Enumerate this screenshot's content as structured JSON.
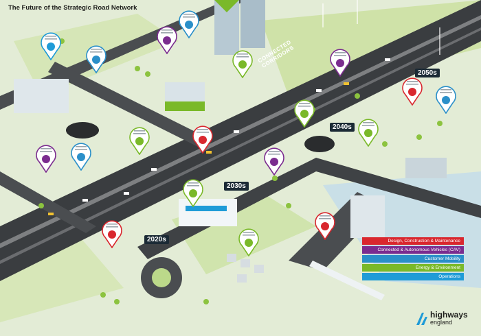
{
  "title": "The Future of the Strategic Road Network",
  "eras": [
    "2020s",
    "2030s",
    "2040s",
    "2050s"
  ],
  "cav_label": [
    "CONNECTED",
    "CORRIDORS"
  ],
  "legend": [
    {
      "label": "Design, Construction & Maintenance",
      "color": "#d9272e"
    },
    {
      "label": "Connected & Autonomous Vehicles (CAV)",
      "color": "#7b2c8f"
    },
    {
      "label": "Customer Mobility",
      "color": "#2a8fc9"
    },
    {
      "label": "Energy & Environment",
      "color": "#7ab929"
    },
    {
      "label": "Operations",
      "color": "#1f9bd7"
    }
  ],
  "logo": {
    "word1": "highways",
    "word2": "england",
    "color": "#1f9bd7"
  },
  "pins": [
    {
      "color": "#1f9bd7",
      "icon": "mobility-icon"
    },
    {
      "color": "#2a8fc9",
      "icon": "map-pin-icon"
    },
    {
      "color": "#7b2c8f",
      "icon": "car-icon"
    },
    {
      "color": "#2a8fc9",
      "icon": "digital-icon"
    },
    {
      "color": "#7ab929",
      "icon": "brain-icon"
    },
    {
      "color": "#7b2c8f",
      "icon": "connected-car-icon"
    },
    {
      "color": "#d9272e",
      "icon": "drone-icon"
    },
    {
      "color": "#2a8fc9",
      "icon": "lightbulb-icon"
    },
    {
      "color": "#7ab929",
      "icon": "tunnel-icon"
    },
    {
      "color": "#7ab929",
      "icon": "construction-icon"
    },
    {
      "color": "#7b2c8f",
      "icon": "network-icon"
    },
    {
      "color": "#2a8fc9",
      "icon": "people-icon"
    },
    {
      "color": "#7ab929",
      "icon": "scheme-icon"
    },
    {
      "color": "#d9272e",
      "icon": "arrows-icon"
    },
    {
      "color": "#7b2c8f",
      "icon": "road-icon"
    },
    {
      "color": "#7ab929",
      "icon": "charger-icon"
    },
    {
      "color": "#d9272e",
      "icon": "molecule-icon"
    },
    {
      "color": "#7ab929",
      "icon": "tree-icon"
    },
    {
      "color": "#d9272e",
      "icon": "truck-icon"
    }
  ]
}
